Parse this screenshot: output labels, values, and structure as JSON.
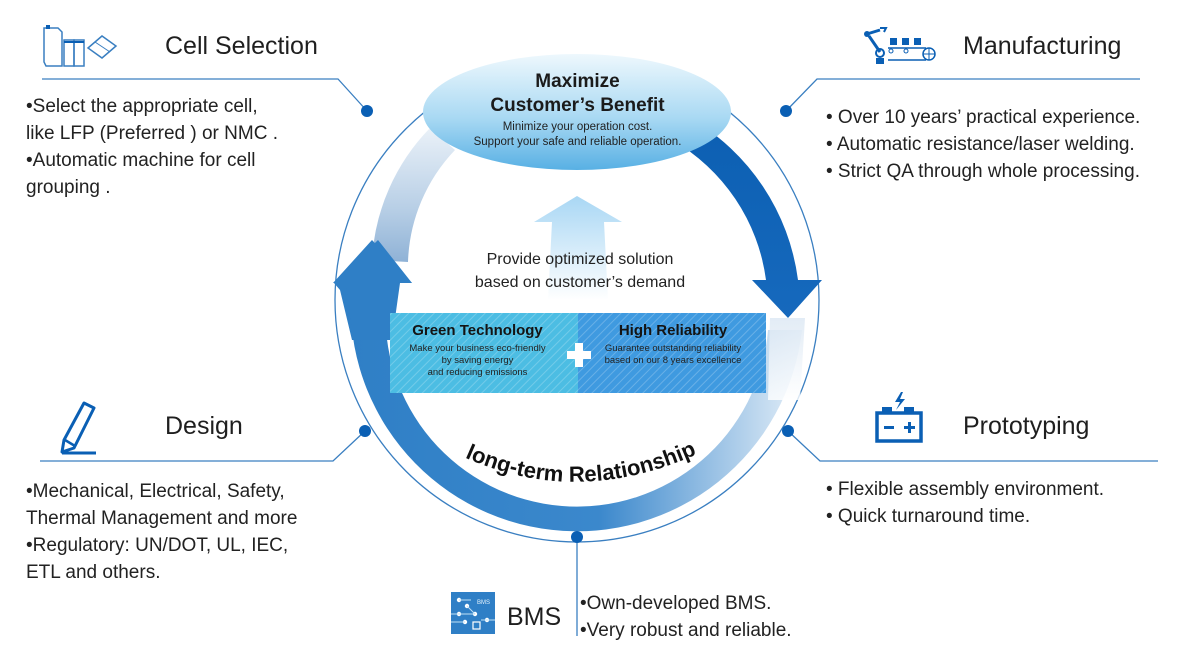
{
  "center": {
    "title_line1": "Maximize",
    "title_line2": "Customer’s Benefit",
    "sub_line1": "Minimize your operation cost.",
    "sub_line2": "Support your safe and reliable operation."
  },
  "middle": {
    "line1": "Provide optimized solution",
    "line2": "based on customer’s demand"
  },
  "green_box": {
    "title": "Green Technology",
    "lines": [
      "Make your business eco-friendly",
      "by saving energy",
      "and reducing emissions"
    ]
  },
  "reliability_box": {
    "title": "High Reliability",
    "lines": [
      "Guarantee outstanding reliability",
      "based on our 8 years excellence"
    ]
  },
  "ring_label": "long-term Relationship",
  "sections": {
    "cell_selection": {
      "title": "Cell Selection",
      "icon": "battery-cells-icon",
      "bullets": [
        "•Select the  appropriate cell,",
        " like LFP (Preferred ) or NMC .",
        "•Automatic machine for cell",
        " grouping ."
      ]
    },
    "manufacturing": {
      "title": "Manufacturing",
      "icon": "robot-conveyor-icon",
      "bullets": [
        "• Over  10  years’ practical experience.",
        "• Automatic resistance/laser welding.",
        "• Strict QA through whole processing."
      ]
    },
    "design": {
      "title": "Design",
      "icon": "pencil-icon",
      "bullets": [
        "•Mechanical, Electrical, Safety,",
        " Thermal Management and more",
        "•Regulatory: UN/DOT, UL, IEC,",
        " ETL  and others."
      ]
    },
    "prototyping": {
      "title": "Prototyping",
      "icon": "battery-charge-icon",
      "bullets": [
        "• Flexible assembly environment.",
        "• Quick turnaround time."
      ]
    },
    "bms": {
      "title": "BMS",
      "icon": "circuit-board-icon",
      "icon_text": "BMS",
      "bullets": [
        "•Own-developed BMS.",
        "•Very robust and reliable."
      ]
    }
  },
  "colors": {
    "primary_blue": "#0a5fb4",
    "line_blue": "#3a7fc1",
    "dot_blue": "#0a5fb4",
    "green_box": "#4cbde3",
    "reliability_box": "#3f9ae0",
    "ellipse_top": "#e7f4fc",
    "ellipse_bottom": "#5fb4e6"
  }
}
